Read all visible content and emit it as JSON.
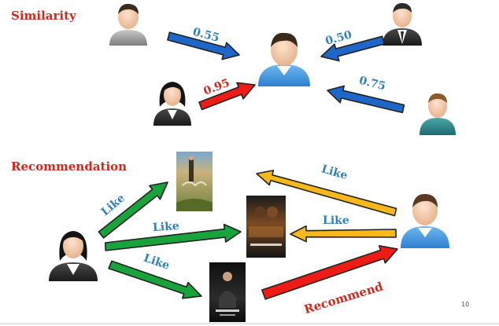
{
  "similarity": {
    "heading": "Similarity",
    "weights": {
      "man_grey": "0.55",
      "man_suit": "0.50",
      "woman": "0.95",
      "man_green": "0.75"
    }
  },
  "recommendation": {
    "heading": "Recommendation",
    "edge_labels": {
      "like_1": "Like",
      "like_2": "Like",
      "like_3": "Like",
      "like_4": "Like",
      "like_5": "Like",
      "recommend": "Recommend"
    }
  },
  "page_number": "10",
  "colors": {
    "title_red": "#d0281e",
    "label_blue": "#2f7fb8",
    "arrow_blue": "#1f66c9",
    "arrow_red": "#ee1c16",
    "arrow_green": "#18a33c",
    "arrow_yellow": "#f6b81a"
  }
}
